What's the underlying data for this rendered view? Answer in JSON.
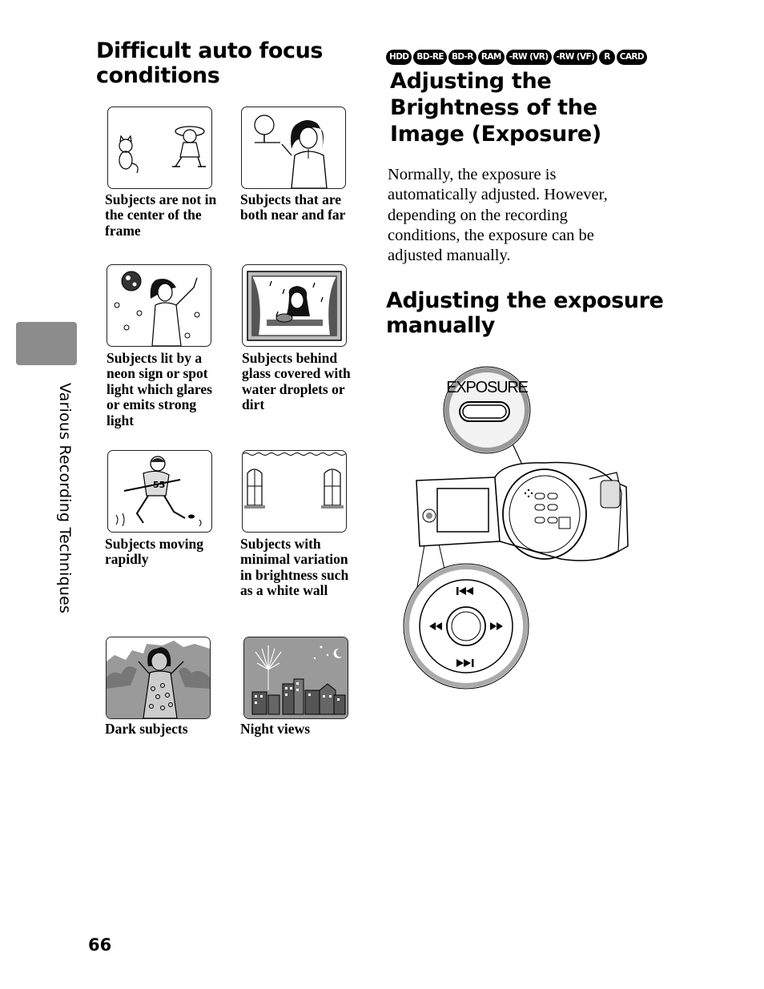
{
  "sidebar": {
    "chapter_text": "Various Recording Techniques"
  },
  "left_section": {
    "heading": "Difficult auto focus conditions",
    "items": [
      {
        "caption": "Subjects are not in the center of the frame",
        "icon": "cat-and-girl-illustration"
      },
      {
        "caption": "Subjects that are both near and far",
        "icon": "near-and-far-illustration"
      },
      {
        "caption": "Subjects lit by a neon sign or spot light which glares or emits strong light",
        "icon": "disco-ball-dancer-illustration"
      },
      {
        "caption": "Subjects behind glass covered with water droplets or dirt",
        "icon": "window-droplets-illustration"
      },
      {
        "caption": "Subjects moving rapidly",
        "icon": "hockey-player-illustration"
      },
      {
        "caption": "Subjects with minimal variation in brightness such as a white wall",
        "icon": "white-wall-illustration"
      },
      {
        "caption": "Dark subjects",
        "icon": "dark-subject-illustration"
      },
      {
        "caption": "Night views",
        "icon": "night-city-illustration"
      }
    ]
  },
  "right_section": {
    "media_badges": [
      "HDD",
      "BD-RE",
      "BD-R",
      "RAM",
      "-RW (VR)",
      "-RW (VF)",
      "R",
      "CARD"
    ],
    "heading": "Adjusting the Brightness of the Image (Exposure)",
    "body": "Normally, the exposure is automatically adjusted. However, depending on the recording conditions, the exposure can be adjusted manually.",
    "subheading": "Adjusting the exposure manually",
    "diagram": {
      "button_label": "EXPOSURE",
      "icons": [
        "camcorder-icon",
        "exposure-button-icon",
        "control-dial-icon"
      ]
    }
  },
  "footer": {
    "page_number": "66"
  }
}
